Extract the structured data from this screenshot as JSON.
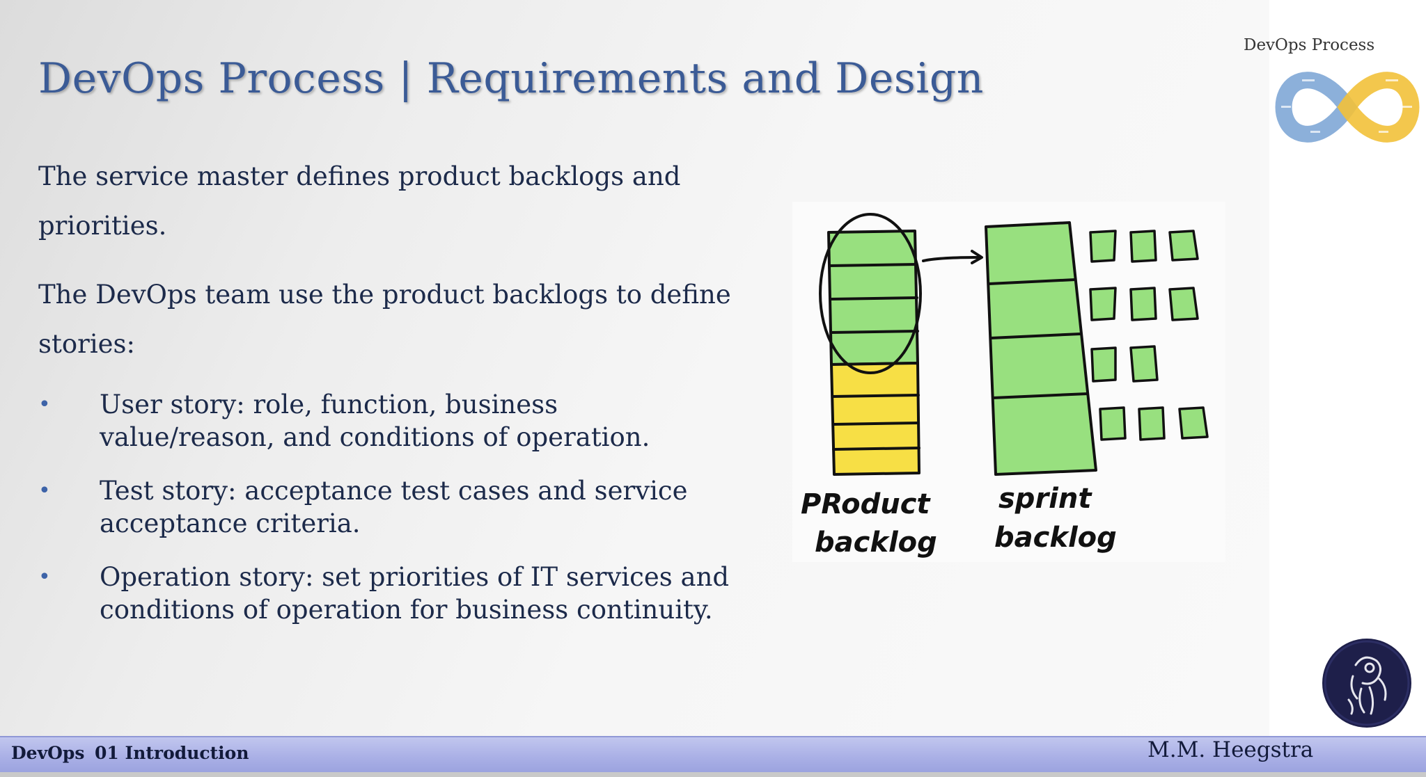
{
  "slide": {
    "title": "DevOps Process | Requirements and Design",
    "paragraphs": [
      "The service master defines product backlogs and priorities.",
      "The DevOps team use the product backlogs to define stories:"
    ],
    "bullets": [
      "User story: role, function, business value/reason, and conditions of operation.",
      "Test story: acceptance test cases and service acceptance criteria.",
      "Operation story: set priorities of IT services and conditions of operation for business continuity."
    ]
  },
  "illustration": {
    "product_label_line1": "PRoduct",
    "product_label_line2": "backlog",
    "sprint_label_line1": "sprint",
    "sprint_label_line2": "backlog",
    "colors": {
      "green": "#98e07f",
      "yellow": "#f7df45",
      "ink": "#111111"
    }
  },
  "sidebar": {
    "label": "DevOps Process",
    "logo_icon": "devops-infinity-icon",
    "badge_icon": "emblem-badge-icon",
    "colors": {
      "blue": "#7fa7d6",
      "gold": "#f2c13a"
    }
  },
  "footer": {
    "course": "DevOps",
    "chapter": "01 Introduction",
    "author": "M.M. Heegstra"
  },
  "theme": {
    "title_color": "#3b5b96",
    "text_color": "#1c2a4a",
    "bullet_color": "#3d63a8"
  }
}
